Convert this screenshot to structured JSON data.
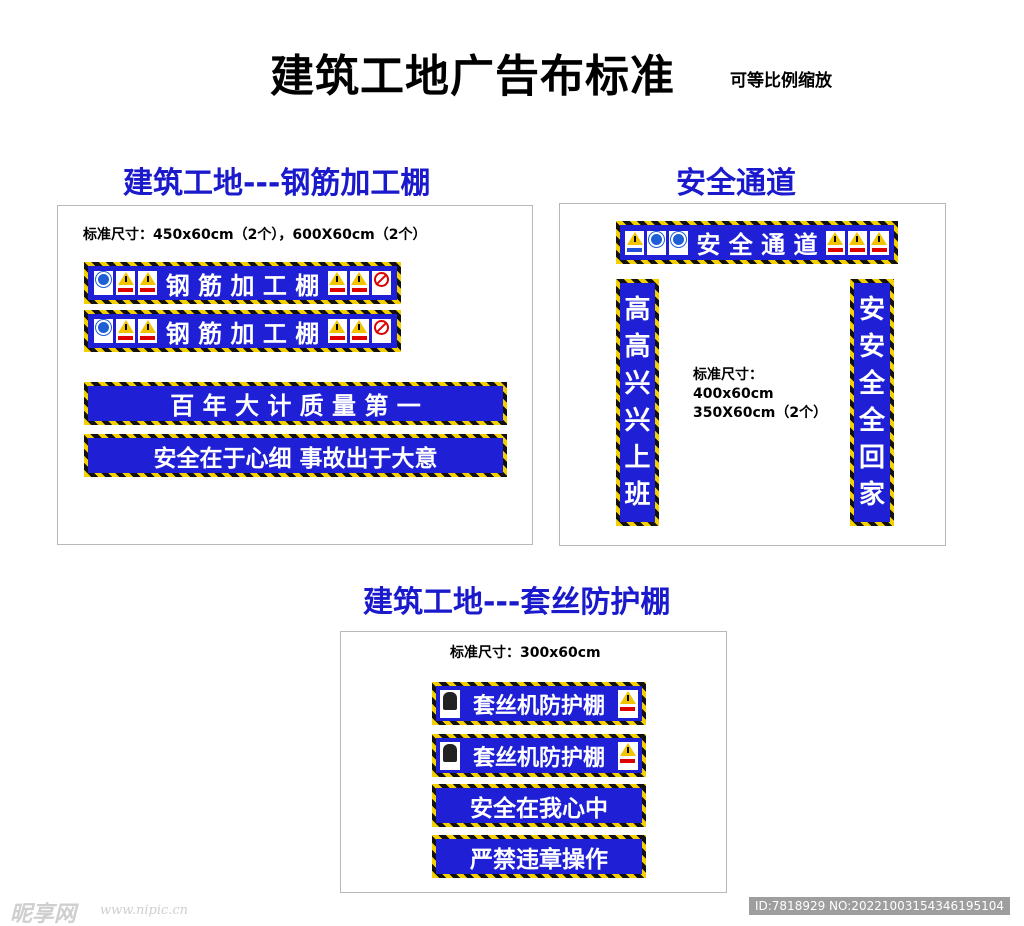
{
  "header": {
    "title": "建筑工地广告布标准",
    "note": "可等比例缩放"
  },
  "section_rebar": {
    "title": "建筑工地---钢筋加工棚",
    "size": "标准尺寸：450x60cm（2个），600X60cm（2个）",
    "banners": [
      "钢 筋 加 工 棚",
      "钢 筋 加 工 棚"
    ],
    "slogans": [
      "百 年 大 计  质 量 第 一",
      "安全在于心细  事故出于大意"
    ]
  },
  "section_passage": {
    "title": "安全通道",
    "top_banner": "安 全 通 道",
    "left_couplet": [
      "高",
      "高",
      "兴",
      "兴",
      "上",
      "班"
    ],
    "right_couplet": [
      "安",
      "安",
      "全",
      "全",
      "回",
      "家"
    ],
    "size_lines": [
      "标准尺寸：",
      "400x60cm",
      "350X60cm（2个）"
    ]
  },
  "section_thread": {
    "title": "建筑工地---套丝防护棚",
    "size": "标准尺寸：300x60cm",
    "banners": [
      "套丝机防护棚",
      "套丝机防护棚"
    ],
    "slogans": [
      "安全在我心中",
      "严禁违章操作"
    ]
  },
  "watermark": {
    "logo": "昵享网",
    "url": "www.nipic.cn",
    "id": "ID:7818929 NO:20221003154346195104"
  },
  "colors": {
    "banner_blue": "#1f1fd6",
    "title_blue": "#1a1acc",
    "hazard_yellow": "#f5d000"
  },
  "icons": [
    "helmet-sign-icon",
    "warning-triangle-icon",
    "no-entry-icon",
    "worker-icon"
  ]
}
